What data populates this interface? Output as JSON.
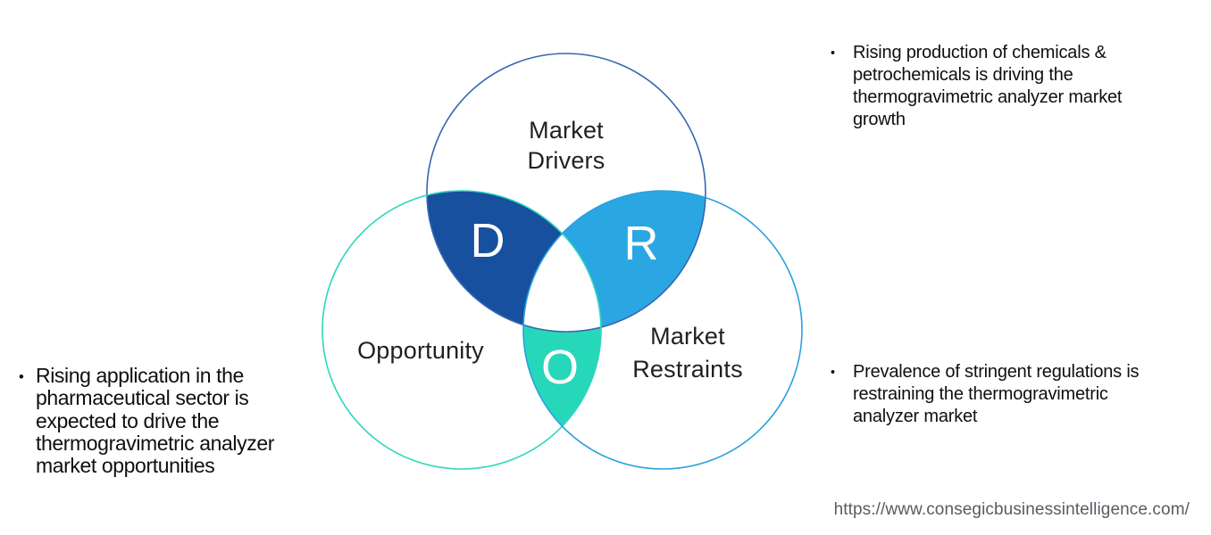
{
  "canvas": {
    "background": "#ffffff"
  },
  "venn": {
    "center_fill": "#ffffff",
    "drivers": {
      "label": "Market\nDrivers",
      "letter": "D",
      "petal_fill": "#17509f",
      "circle_stroke": "#3566b0"
    },
    "restraints": {
      "label": "Market\nRestraints",
      "letter": "R",
      "petal_fill": "#2aa7e2",
      "circle_stroke": "#2aa0e0"
    },
    "opportunity": {
      "label": "Opportunity",
      "letter": "O",
      "petal_fill": "#27d7b9",
      "circle_stroke": "#2fd6bd"
    }
  },
  "bullets": {
    "drivers": {
      "marker": "•",
      "text": "Rising production of chemicals &\npetrochemicals is driving the\nthermogravimetric analyzer market\ngrowth"
    },
    "restraints": {
      "marker": "•",
      "text": "Prevalence of stringent regulations is\nrestraining the thermogravimetric\nanalyzer market"
    },
    "opportunity": {
      "marker": "•",
      "text": "Rising application in the\npharmaceutical sector is\nexpected to drive the\nthermogravimetric analyzer\nmarket opportunities"
    }
  },
  "footer": {
    "url": "https://www.consegicbusinessintelligence.com/"
  }
}
